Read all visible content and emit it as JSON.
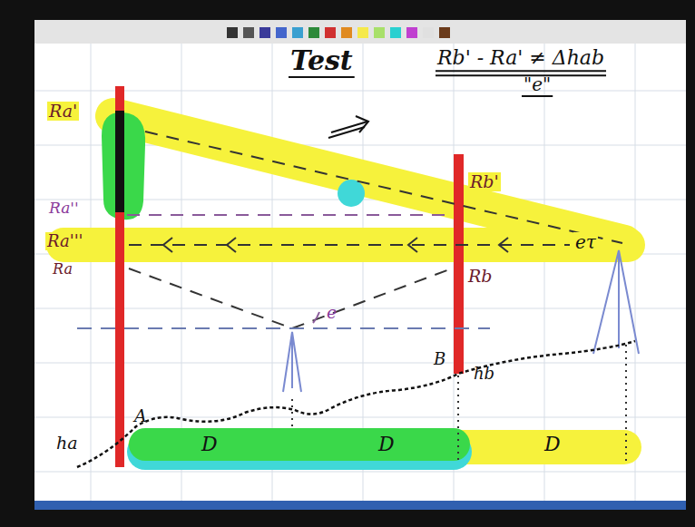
{
  "diagram": {
    "title": "Test",
    "labels": [
      "Rb' - Ra' ≠ Δhab",
      "\"e\"",
      "Ra'",
      "Ra''",
      "Ra'''",
      "Ra",
      "Rb'",
      "Rb",
      "eτ",
      "e",
      "B",
      "hb",
      "A",
      "ha",
      "D",
      "D",
      "D"
    ]
  }
}
